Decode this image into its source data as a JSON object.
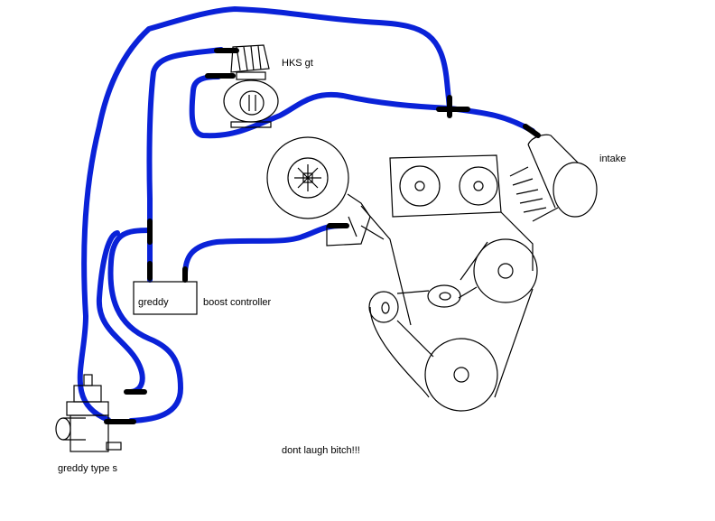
{
  "labels": {
    "hks": "HKS gt",
    "intake": "intake",
    "greddy": "greddy",
    "boost_controller": "boost controller",
    "greddy_type_s": "greddy type s",
    "footer": "dont laugh bitch!!!"
  },
  "colors": {
    "hose": "#0a22d8",
    "fitting": "#000000",
    "outline": "#000000",
    "background": "#ffffff"
  }
}
